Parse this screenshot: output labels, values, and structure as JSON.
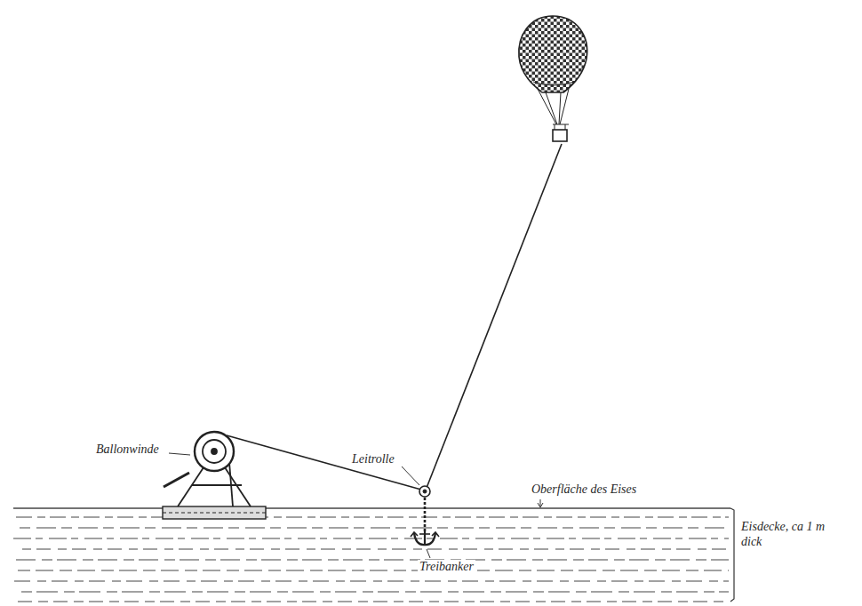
{
  "diagram": {
    "labels": [
      "Ballonwinde",
      "Leitrolle",
      "Oberfläche des Eises",
      "Eisdecke, ca 1 m dick",
      "Treibanker"
    ]
  }
}
